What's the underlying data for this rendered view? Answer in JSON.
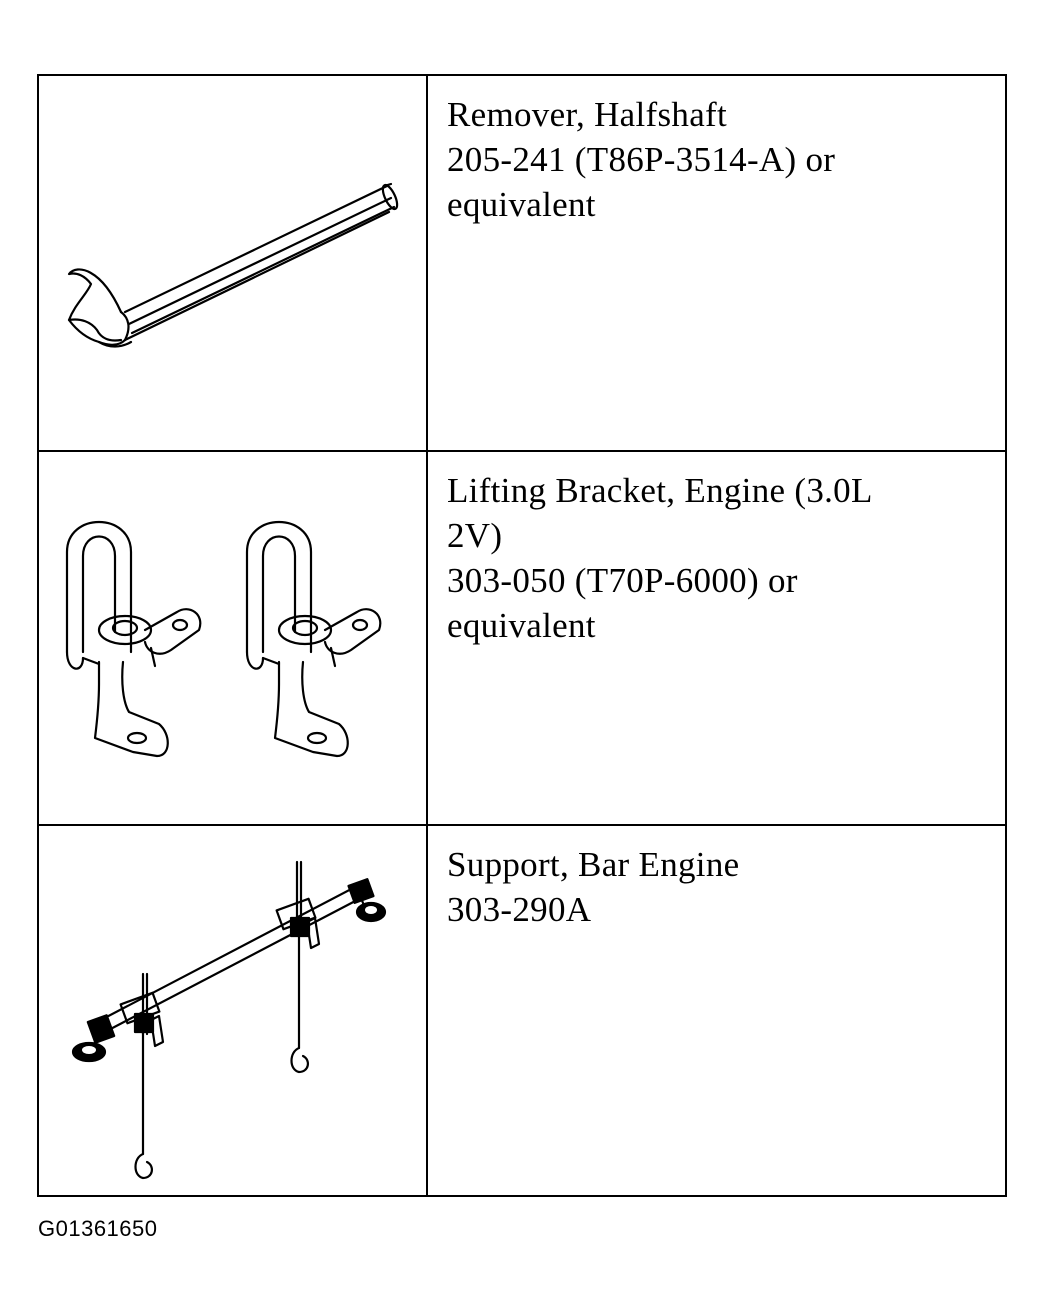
{
  "tools": [
    {
      "icon": "halfshaft-remover-icon",
      "lines": [
        "Remover, Halfshaft",
        "205-241 (T86P-3514-A) or",
        "equivalent"
      ]
    },
    {
      "icon": "engine-lifting-bracket-icon",
      "lines": [
        "Lifting Bracket, Engine (3.0L",
        "2V)",
        "303-050 (T70P-6000) or",
        "equivalent"
      ]
    },
    {
      "icon": "engine-support-bar-icon",
      "lines": [
        "Support, Bar Engine",
        "303-290A"
      ]
    }
  ],
  "figure_id": "G01361650"
}
